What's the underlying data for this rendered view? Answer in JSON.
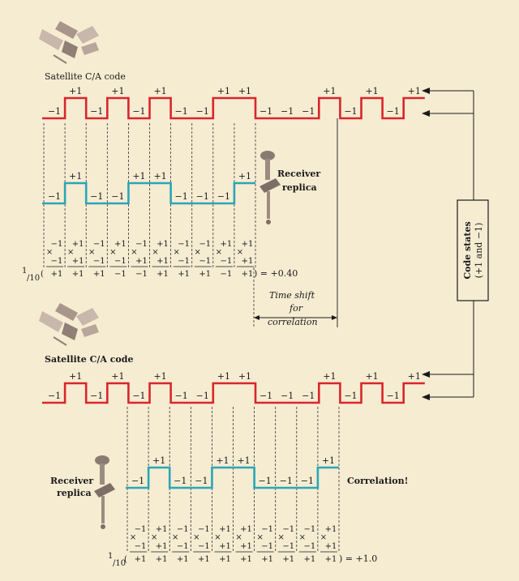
{
  "labels": {
    "satellite_top": "Satellite C/A code",
    "satellite_bottom": "Satellite C/A code",
    "receiver_top": [
      "Receiver",
      "replica"
    ],
    "receiver_bottom": [
      "Receiver",
      "replica"
    ],
    "code_states": [
      "Code states",
      "(+1 and −1)"
    ],
    "time_shift": [
      "Time shift",
      "for",
      "correlation"
    ],
    "correlation": "Correlation!",
    "result_top": ") = +0.40",
    "result_bottom": ") = +1.0",
    "fraction_prefix": "1/10",
    "plus_one": "+1",
    "minus_one": "−1",
    "times": "×"
  },
  "colors": {
    "background": "#f6ecd2",
    "satellite_code": "#d9262b",
    "replica_code": "#2aa6b8",
    "line": "#1a1a1a",
    "dash": "#333333",
    "satellite_icon": "#b7a79b"
  },
  "signals": {
    "satellite_top": [
      -1,
      1,
      -1,
      1,
      -1,
      1,
      -1,
      -1,
      1,
      1,
      -1,
      -1,
      -1,
      1,
      -1,
      1,
      -1,
      1
    ],
    "replica_top": [
      -1,
      1,
      -1,
      -1,
      1,
      1,
      -1,
      -1,
      -1,
      1
    ],
    "satellite_bottom": [
      -1,
      1,
      -1,
      1,
      -1,
      1,
      -1,
      -1,
      1,
      1,
      -1,
      -1,
      -1,
      1,
      -1,
      1,
      -1,
      1
    ],
    "replica_bottom": [
      -1,
      1,
      -1,
      -1,
      1,
      1,
      -1,
      -1,
      -1,
      1
    ]
  },
  "correlation_top": {
    "satellite": [
      -1,
      1,
      -1,
      1,
      -1,
      1,
      -1,
      -1,
      1,
      1
    ],
    "replica": [
      -1,
      1,
      -1,
      -1,
      1,
      1,
      -1,
      -1,
      -1,
      1
    ],
    "products": [
      1,
      1,
      1,
      -1,
      -1,
      1,
      1,
      1,
      -1,
      1
    ],
    "result": 0.4
  },
  "correlation_bottom": {
    "satellite": [
      -1,
      1,
      -1,
      -1,
      1,
      1,
      -1,
      -1,
      -1,
      1
    ],
    "replica": [
      -1,
      1,
      -1,
      -1,
      1,
      1,
      -1,
      -1,
      -1,
      1
    ],
    "products": [
      1,
      1,
      1,
      1,
      1,
      1,
      1,
      1,
      1,
      1
    ],
    "result": 1.0
  }
}
